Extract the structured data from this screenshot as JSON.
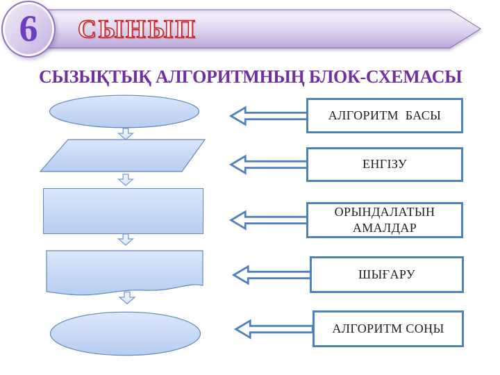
{
  "header": {
    "badge_number": "6",
    "banner_label": "СЫНЫП"
  },
  "title": "СЫЗЫҚТЫҚ АЛГОРИТМНЫҢ БЛОК-СХЕМАСЫ",
  "flowchart": {
    "shapes": [
      {
        "type": "ellipse",
        "role": "terminator-start"
      },
      {
        "type": "parallelogram",
        "role": "input"
      },
      {
        "type": "rectangle",
        "role": "process"
      },
      {
        "type": "document",
        "role": "output"
      },
      {
        "type": "ellipse",
        "role": "terminator-end"
      }
    ],
    "labels": [
      "АЛГОРИТМ  БАСЫ",
      "ЕНГІЗУ",
      "ОРЫНДАЛАТЫН АМАЛДАР",
      "ШЫҒАРУ",
      "АЛГОРИТМ СОҢЫ"
    ]
  },
  "colors": {
    "title_text": "#7030A0",
    "banner_outline": "#7D61A9",
    "banner_text_outline": "#C51A1A",
    "badge_digit": "#6C3EC4",
    "callout_border": "#4F81BD",
    "shape_border": "#5F88BD",
    "shape_fill_top": "#DCE7FA",
    "shape_fill_bottom": "#B7CEF1"
  }
}
